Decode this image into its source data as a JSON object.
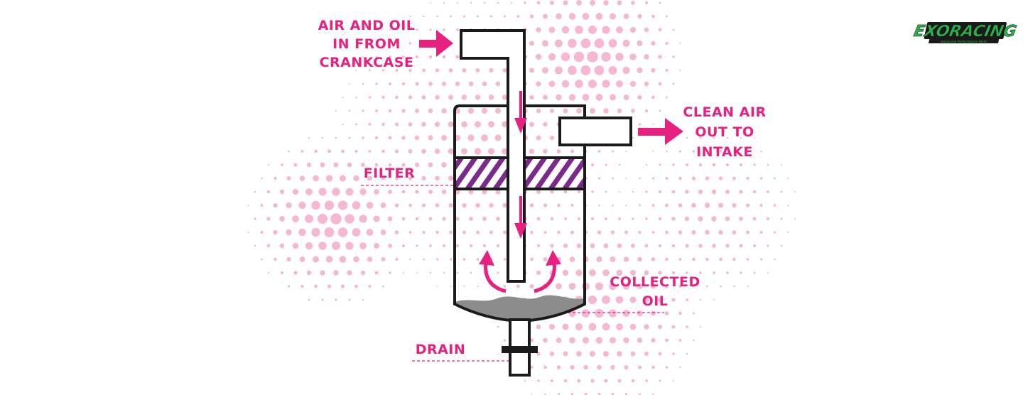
{
  "colors": {
    "accent": "#e6217f",
    "dots": "#f4b8d3",
    "outline": "#1a1a1a",
    "filter_stripe": "#7b2a8c",
    "oil": "#8c8c8c",
    "logo_green": "#2db24a"
  },
  "labels": {
    "inlet_line1": "AIR AND OIL",
    "inlet_line2": "IN FROM",
    "inlet_line3": "CRANKCASE",
    "outlet_line1": "CLEAN AIR",
    "outlet_line2": "OUT TO",
    "outlet_line3": "INTAKE",
    "filter": "FILTER",
    "collected_line1": "COLLECTED",
    "collected_line2": "OIL",
    "drain": "DRAIN"
  },
  "logo": {
    "name": "EXORACING",
    "tagline": "Advanced Performance Parts"
  }
}
